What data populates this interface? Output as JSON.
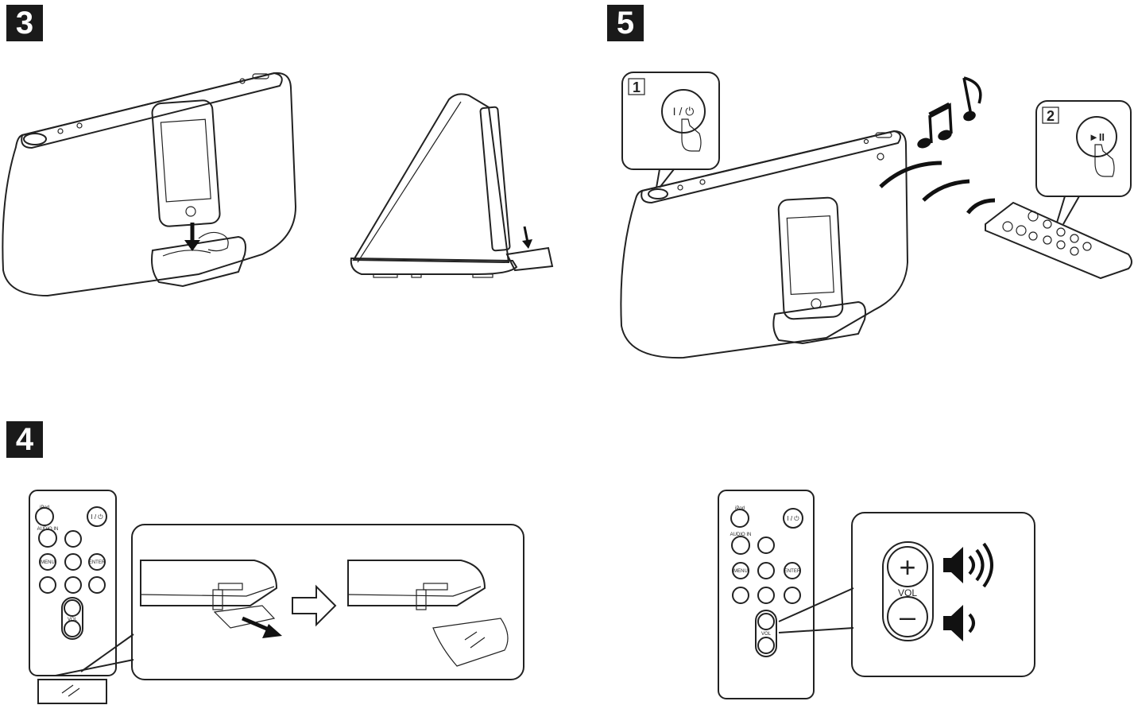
{
  "steps": {
    "step3": "3",
    "step4": "4",
    "step5": "5"
  },
  "callouts": {
    "sub1": "1",
    "sub2": "2",
    "power_symbol": "I / ⏻",
    "play_pause_symbol": "►II"
  },
  "remote": {
    "ipod": "iPod",
    "audio_in": "AUDIO IN",
    "menu": "MENU",
    "enter": "ENTER",
    "power": "I / ⏻",
    "vol": "VOL"
  },
  "volume_panel": {
    "plus": "+",
    "vol": "VOL",
    "minus": "–"
  },
  "colors": {
    "ink": "#222222",
    "speaker_fill": "#e9e9e9",
    "panel_fill": "#f4f4f4"
  }
}
